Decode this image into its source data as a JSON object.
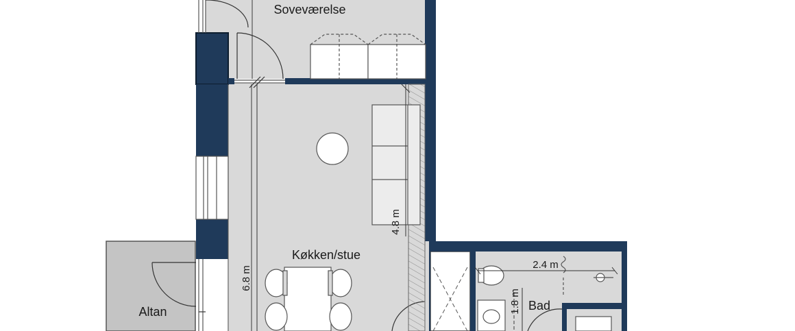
{
  "rooms": {
    "bedroom": "Soveværelse",
    "kitchen_living": "Køkken/stue",
    "balcony": "Altan",
    "bathroom": "Bad"
  },
  "dimensions": {
    "living_width": "4.8 m",
    "living_length": "6.8 m",
    "bath_width": "2.4 m",
    "bath_depth": "1.8 m"
  },
  "colors": {
    "wall": "#1f3a5a",
    "floor": "#d9d9d9",
    "balcony_floor": "#c4c4c4",
    "hatch": "#8a8a8a"
  }
}
